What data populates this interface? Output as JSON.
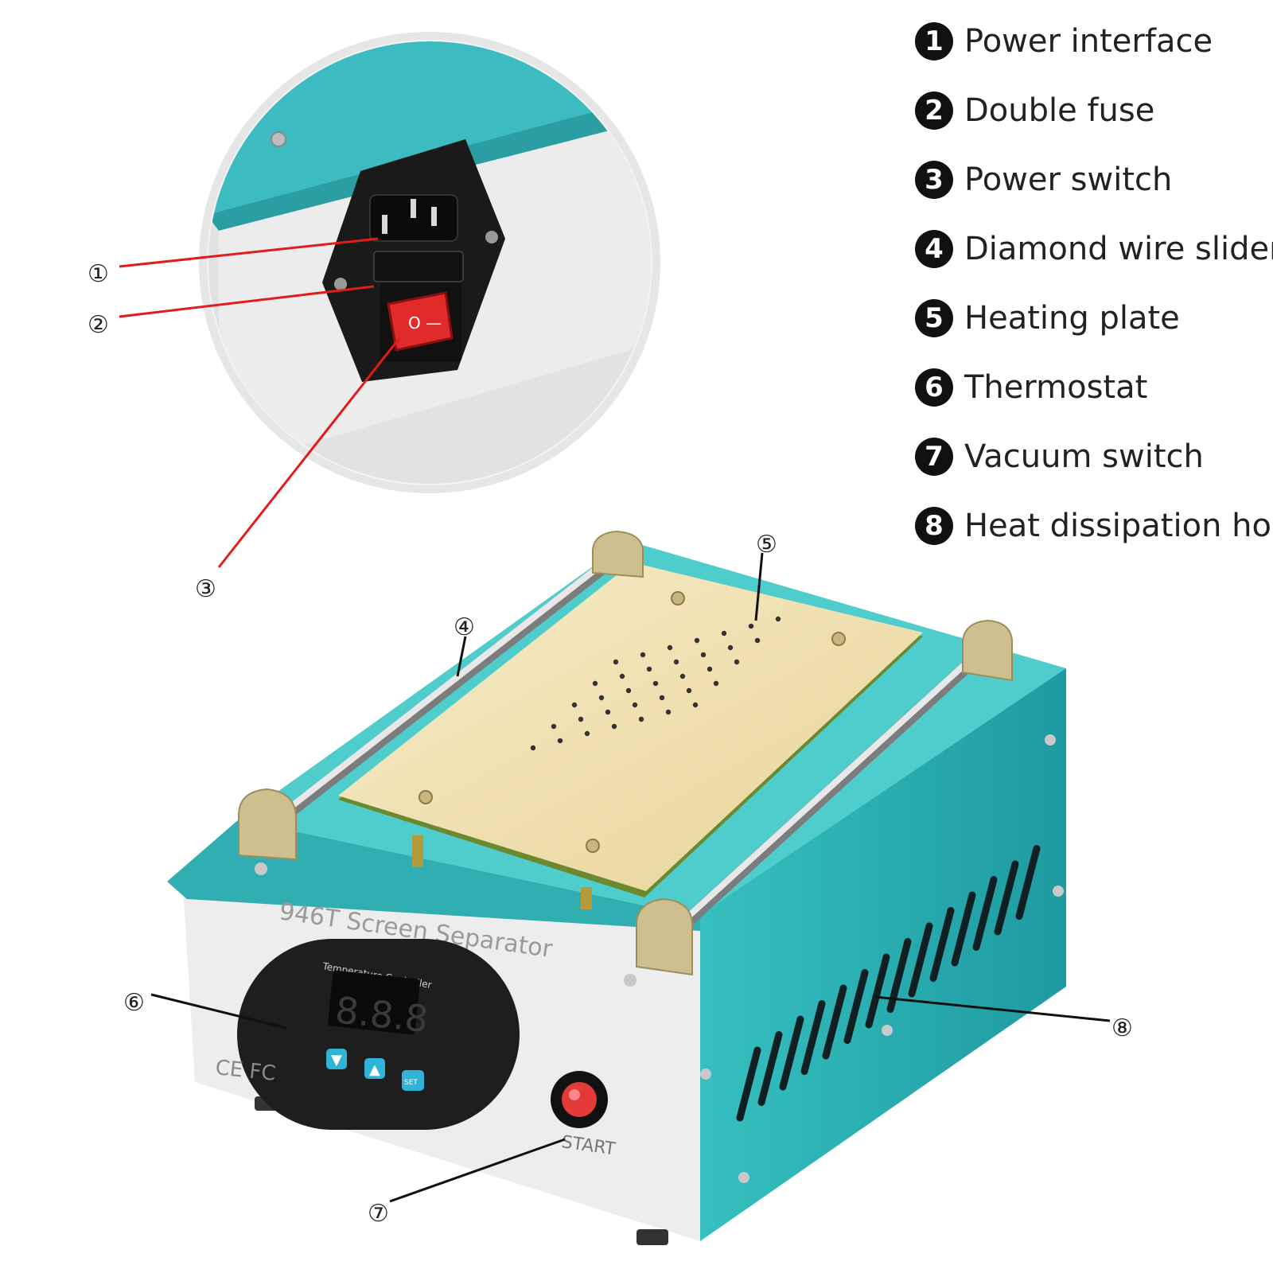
{
  "legend": [
    {
      "num": "1",
      "label": "Power interface"
    },
    {
      "num": "2",
      "label": "Double fuse"
    },
    {
      "num": "3",
      "label": "Power switch"
    },
    {
      "num": "4",
      "label": "Diamond wire slider"
    },
    {
      "num": "5",
      "label": "Heating plate"
    },
    {
      "num": "6",
      "label": "Thermostat"
    },
    {
      "num": "7",
      "label": "Vacuum switch"
    },
    {
      "num": "8",
      "label": "Heat dissipation hole"
    }
  ],
  "callouts": [
    "①",
    "②",
    "③",
    "④",
    "⑤",
    "⑥",
    "⑦",
    "⑧"
  ],
  "device": {
    "model_text": "946T Screen Separator",
    "controller_title": "Temperature Controller",
    "display_value": "8.8.8",
    "set_label": "SET",
    "start_label": "START",
    "cert_marks": "CE FC",
    "switch_marks": "O  —"
  },
  "colors": {
    "teal": "#2fb3b3",
    "teal_dark": "#1e8e92",
    "plate": "#f0e0b0",
    "callout_red": "#e21b1b",
    "callout_black": "#111111"
  }
}
